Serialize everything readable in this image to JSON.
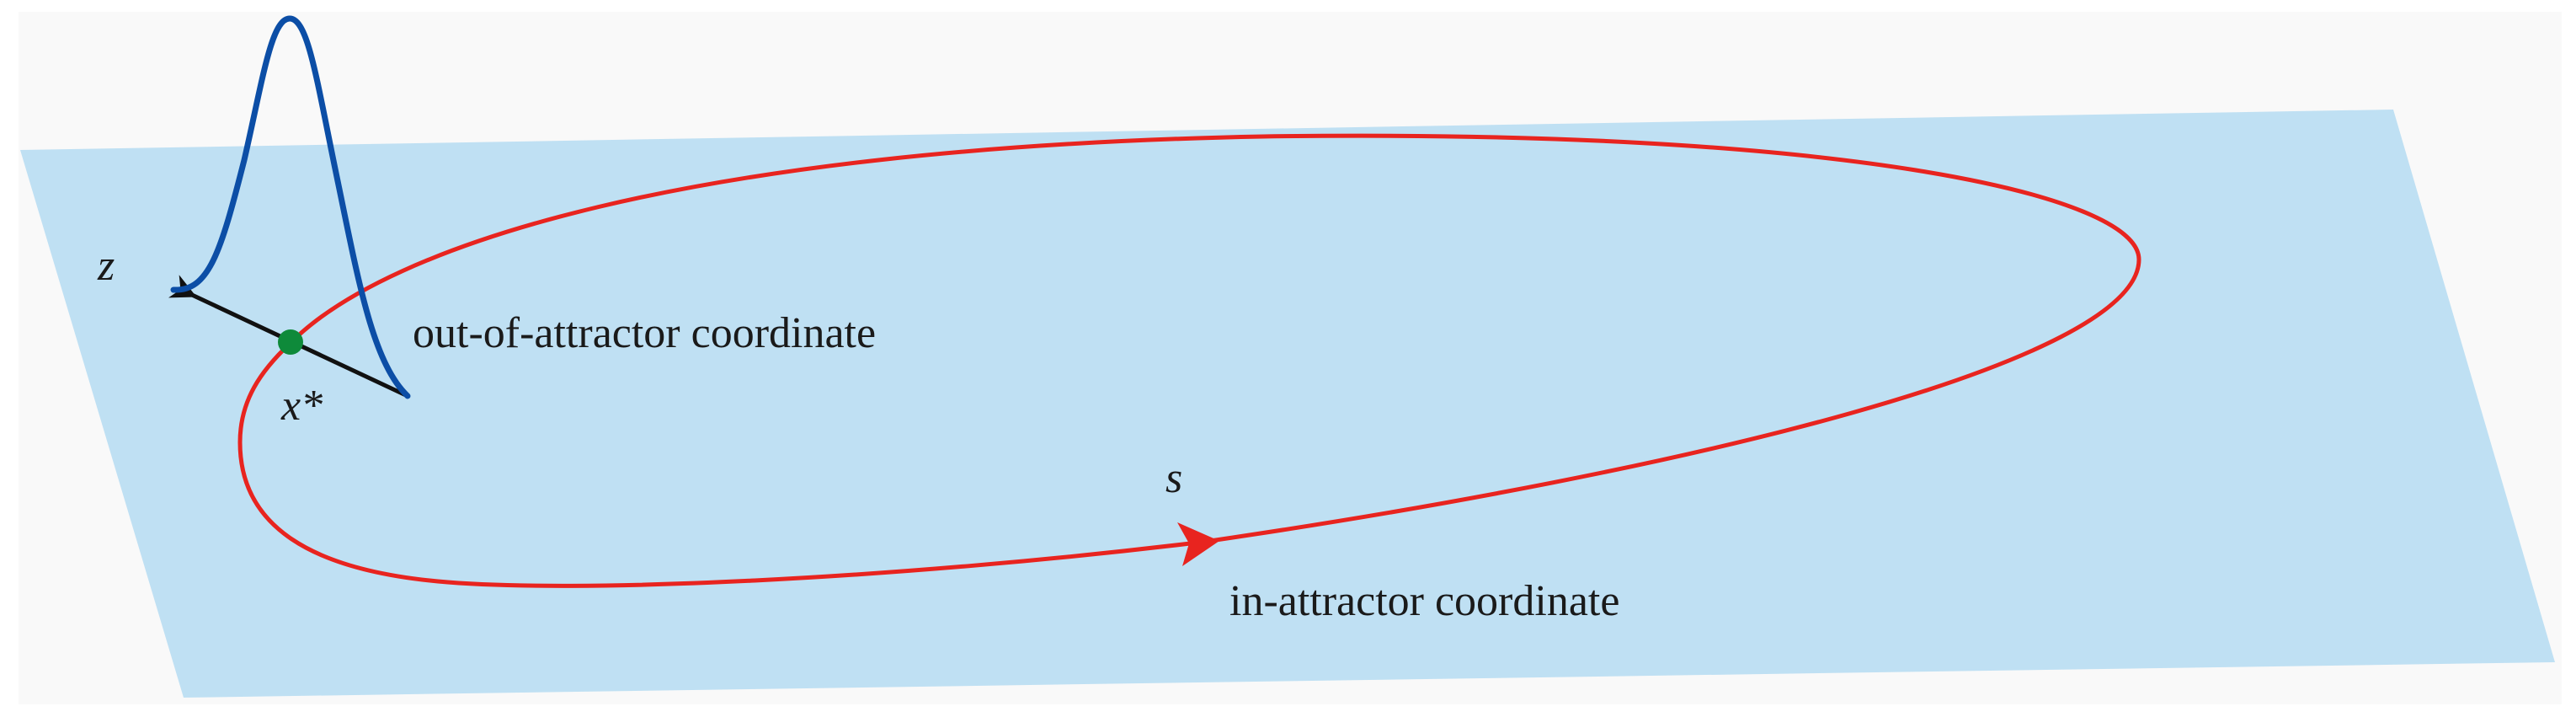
{
  "diagram": {
    "labels": {
      "z_axis": "z",
      "fixed_point": "x*",
      "s_axis": "s",
      "out_of_attractor": "out-of-attractor coordinate",
      "in_attractor": "in-attractor coordinate"
    },
    "colors": {
      "background_panel": "#f9f9f9",
      "plane": "#bfe0f3",
      "orbit": "#e8241f",
      "gaussian": "#0c4ea6",
      "fixed_point": "#0e8a3a",
      "axis": "#111111"
    }
  }
}
